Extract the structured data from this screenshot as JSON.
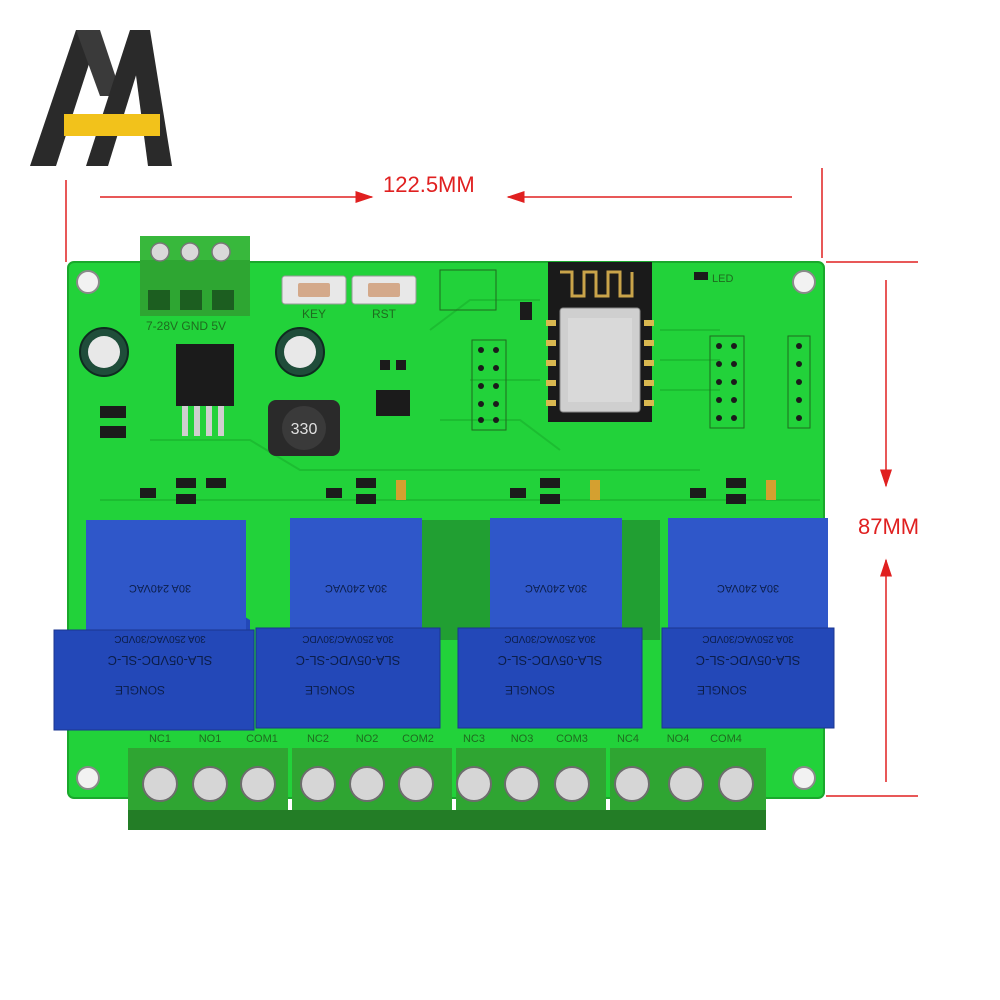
{
  "dimensions": {
    "width": "122.5MM",
    "height": "87MM"
  },
  "colors": {
    "pcb": "#22d23a",
    "relay": "#2348b8",
    "terminal": "#2fa532",
    "dimension": "#e02020",
    "logo_dark": "#2a2a2a",
    "logo_accent": "#f2c21b"
  },
  "board": {
    "power_label": "7-28V GND 5V",
    "buttons": [
      "KEY",
      "RST"
    ],
    "led_label": "LED",
    "inductor_marking": "330",
    "relays": [
      {
        "brand": "SONGLE",
        "model": "SLA-05VDC-SL-C",
        "rating_1": "30A 240VAC",
        "rating_2": "30A 250VAC/30VDC"
      },
      {
        "brand": "SONGLE",
        "model": "SLA-05VDC-SL-C",
        "rating_1": "30A 240VAC",
        "rating_2": "30A 250VAC/30VDC"
      },
      {
        "brand": "SONGLE",
        "model": "SLA-05VDC-SL-C",
        "rating_1": "30A 240VAC",
        "rating_2": "30A 250VAC/30VDC"
      },
      {
        "brand": "SONGLE",
        "model": "SLA-05VDC-SL-C",
        "rating_1": "30A 240VAC",
        "rating_2": "30A 250VAC/30VDC"
      }
    ],
    "terminal_labels": [
      "NC1",
      "NO1",
      "COM1",
      "NC2",
      "NO2",
      "COM2",
      "NC3",
      "NO3",
      "COM3",
      "NC4",
      "NO4",
      "COM4"
    ]
  }
}
